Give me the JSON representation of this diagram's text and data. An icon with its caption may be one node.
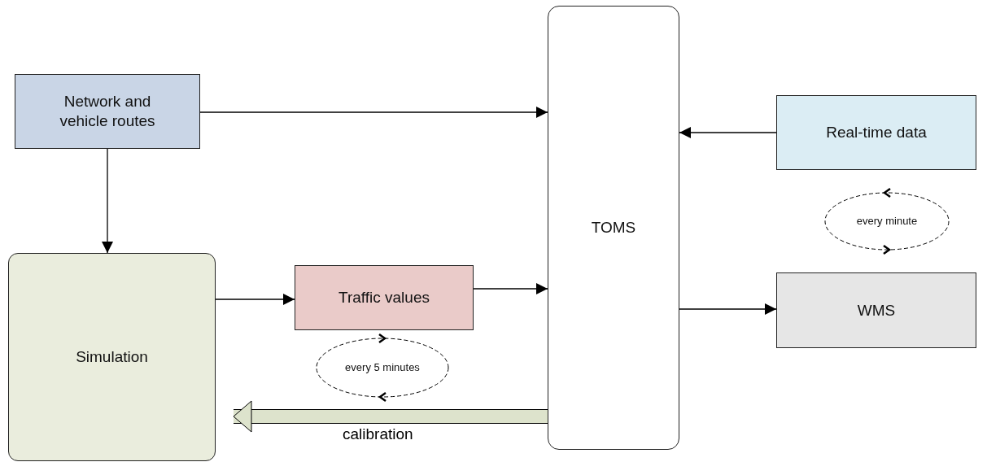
{
  "diagram": {
    "nodes": [
      {
        "text": [
          "Network and vehicle routes"
        ]
      },
      {
        "text": [
          "TOMS"
        ]
      },
      {
        "text": [
          "Real-time data"
        ]
      },
      {
        "text": [
          "Simulation"
        ]
      },
      {
        "text": [
          "Traffic values"
        ]
      },
      {
        "text": [
          "WMS"
        ]
      },
      {
        "text": [
          "every minute"
        ]
      },
      {
        "text": [
          "every 5 minutes"
        ]
      }
    ],
    "edges": [
      {
        "from": 0,
        "to": 1,
        "arrow": "to"
      },
      {
        "from": 2,
        "to": 1,
        "arrow": "to"
      },
      {
        "from": 0,
        "to": 3,
        "arrow": "to"
      },
      {
        "from": 3,
        "to": 4,
        "arrow": "to"
      },
      {
        "from": 4,
        "to": 1,
        "arrow": "to"
      },
      {
        "from": 1,
        "to": 5,
        "arrow": "to"
      },
      {
        "from": 1,
        "to": 3,
        "arrow": "to",
        "label": "calibration",
        "style": "thick",
        "color": "#dde3cc"
      }
    ]
  }
}
